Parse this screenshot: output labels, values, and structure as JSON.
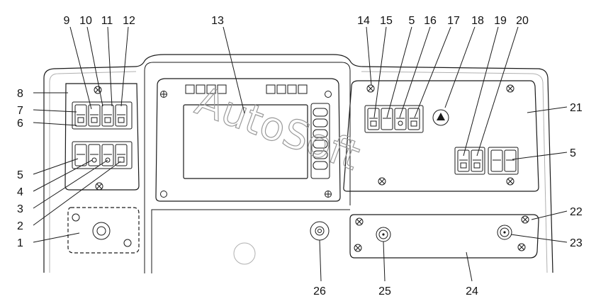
{
  "watermark": "AutoSoft",
  "callouts": {
    "c1": "1",
    "c2": "2",
    "c3": "3",
    "c4": "4",
    "c5a": "5",
    "c5b": "5",
    "c5c": "5",
    "c6": "6",
    "c7": "7",
    "c8": "8",
    "c9": "9",
    "c10": "10",
    "c11": "11",
    "c12": "12",
    "c13": "13",
    "c14": "14",
    "c15": "15",
    "c16": "16",
    "c17": "17",
    "c18": "18",
    "c19": "19",
    "c20": "20",
    "c21": "21",
    "c22": "22",
    "c23": "23",
    "c24": "24",
    "c25": "25",
    "c26": "26"
  }
}
